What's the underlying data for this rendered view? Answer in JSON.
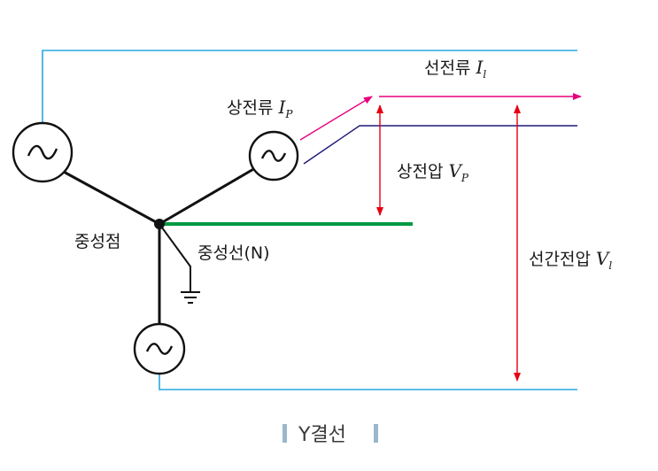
{
  "colors": {
    "line_current": "#e6007e",
    "phase_line": "#1e1a78",
    "outer_wire": "#27a9e1",
    "neutral_wire": "#009944",
    "voltage_arrow": "#e60012",
    "caption_bar": "#9bb7c9"
  },
  "labels": {
    "line_current": {
      "text": "선전류",
      "symbol": "I",
      "subscript": "l"
    },
    "phase_current": {
      "text": "상전류",
      "symbol": "I",
      "subscript": "P"
    },
    "phase_voltage": {
      "text": "상전압",
      "symbol": "V",
      "subscript": "P"
    },
    "line_voltage": {
      "text": "선간전압",
      "symbol": "V",
      "subscript": "l"
    },
    "neutral_point": "중성점",
    "neutral_wire": "중성선(N)"
  },
  "sources": [
    {
      "id": "left",
      "glyph": "~"
    },
    {
      "id": "right",
      "glyph": "~"
    },
    {
      "id": "bottom",
      "glyph": "~"
    }
  ],
  "icons": [
    "ac-source-icon",
    "ground-icon",
    "junction-dot-icon"
  ],
  "caption": "Y결선"
}
